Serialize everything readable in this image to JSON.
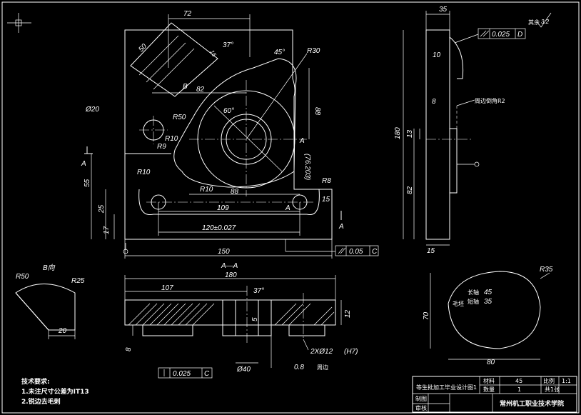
{
  "dims": {
    "d72": "72",
    "d50": "50",
    "d37": "37°",
    "d15": "15",
    "d45": "45°",
    "dR30": "R30",
    "d82": "82",
    "dB": "B",
    "d20": "Ø20",
    "dR50": "R50",
    "d60": "60°",
    "d88v": "88",
    "dR10a": "R10",
    "dR9": "R9",
    "dR10b": "R10",
    "dR10c": "R10",
    "dA1": "A",
    "dA2": "A",
    "d76": "(76.203)",
    "dR8": "R8",
    "d55": "55",
    "d88h": "88",
    "d25": "25",
    "d109": "109",
    "d15b": "15",
    "d17": "17",
    "d120": "120±0.027",
    "d150": "150",
    "dA3": "A",
    "dA4": "A"
  },
  "side": {
    "d35": "35",
    "d10": "10",
    "d8": "8",
    "d180": "180",
    "d13": "13",
    "d82": "82",
    "d15": "15",
    "tol1": "0.025",
    "tol1ref": "D",
    "rough": "3.2",
    "roughNote": "其余",
    "note": "周边倒角R2",
    "dR2": "R2"
  },
  "section": {
    "title": "A—A",
    "d180": "180",
    "d107": "107",
    "d37": "37°",
    "d5": "5",
    "d12": "12",
    "d8": "8",
    "d40": "Ø40",
    "d08": "0.8",
    "holes": "2XØ12",
    "fit": "(H7)",
    "tol": "0.025",
    "tolRef": "C",
    "roughAround": "周边"
  },
  "bview": {
    "title": "B向",
    "dR50": "R50",
    "dR25": "R25",
    "d20": "20"
  },
  "blank": {
    "dR35": "R35",
    "d70": "70",
    "d80": "80",
    "label": "毛坯",
    "k1": "长轴",
    "v1": "45",
    "k2": "短轴",
    "v2": "35"
  },
  "parallel": {
    "val": "0.05",
    "ref": "C"
  },
  "notes": {
    "title": "技术要求:",
    "n1": "1.未注尺寸公差为IT13",
    "n2": "2.锐边去毛刺"
  },
  "titleblock": {
    "name": "等生批加工毕业设计图1",
    "material_label": "材料",
    "material": "45",
    "scale_label": "比例",
    "scale": "1:1",
    "qty_label": "数量",
    "qty": "1",
    "sheet": "共1张",
    "drawn": "制图",
    "checked": "审核",
    "school": "常州机工职业技术学院"
  }
}
